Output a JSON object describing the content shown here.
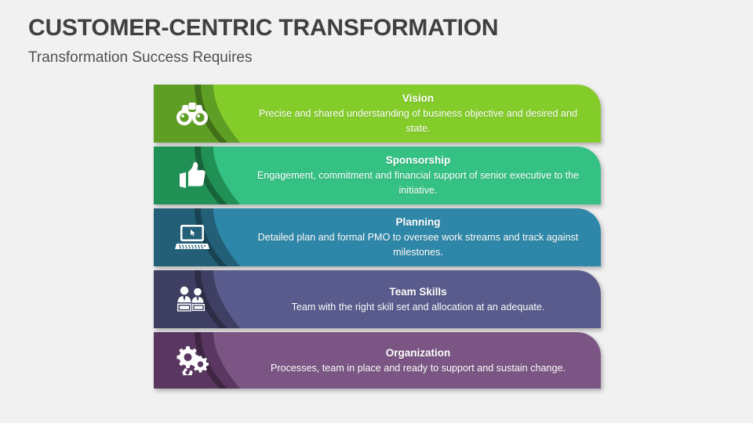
{
  "slide": {
    "title": "CUSTOMER-CENTRIC TRANSFORMATION",
    "subtitle": "Transformation Success Requires",
    "background_color": "#f1f1f1",
    "title_color": "#404040",
    "subtitle_color": "#515151"
  },
  "bands": [
    {
      "heading": "Vision",
      "description": "Precise and shared understanding of business objective and desired and state.",
      "icon": "binoculars-icon",
      "color_dark": "#5e9e24",
      "color_light": "#84cc2a"
    },
    {
      "heading": "Sponsorship",
      "description": "Engagement, commitment and financial support of senior executive to the initiative.",
      "icon": "thumbs-up-icon",
      "color_dark": "#219055",
      "color_light": "#34c183"
    },
    {
      "heading": "Planning",
      "description": "Detailed plan and formal PMO to oversee work streams and track against milestones.",
      "icon": "laptop-icon",
      "color_dark": "#236078",
      "color_light": "#2e87a8"
    },
    {
      "heading": "Team Skills",
      "description": "Team with the right skill set and allocation at an adequate.",
      "icon": "team-people-icon",
      "color_dark": "#3f3f63",
      "color_light": "#595b8c"
    },
    {
      "heading": "Organization",
      "description": "Processes, team in place and ready to support and sustain change.",
      "icon": "gears-icon",
      "color_dark": "#593760",
      "color_light": "#7b5684"
    }
  ]
}
